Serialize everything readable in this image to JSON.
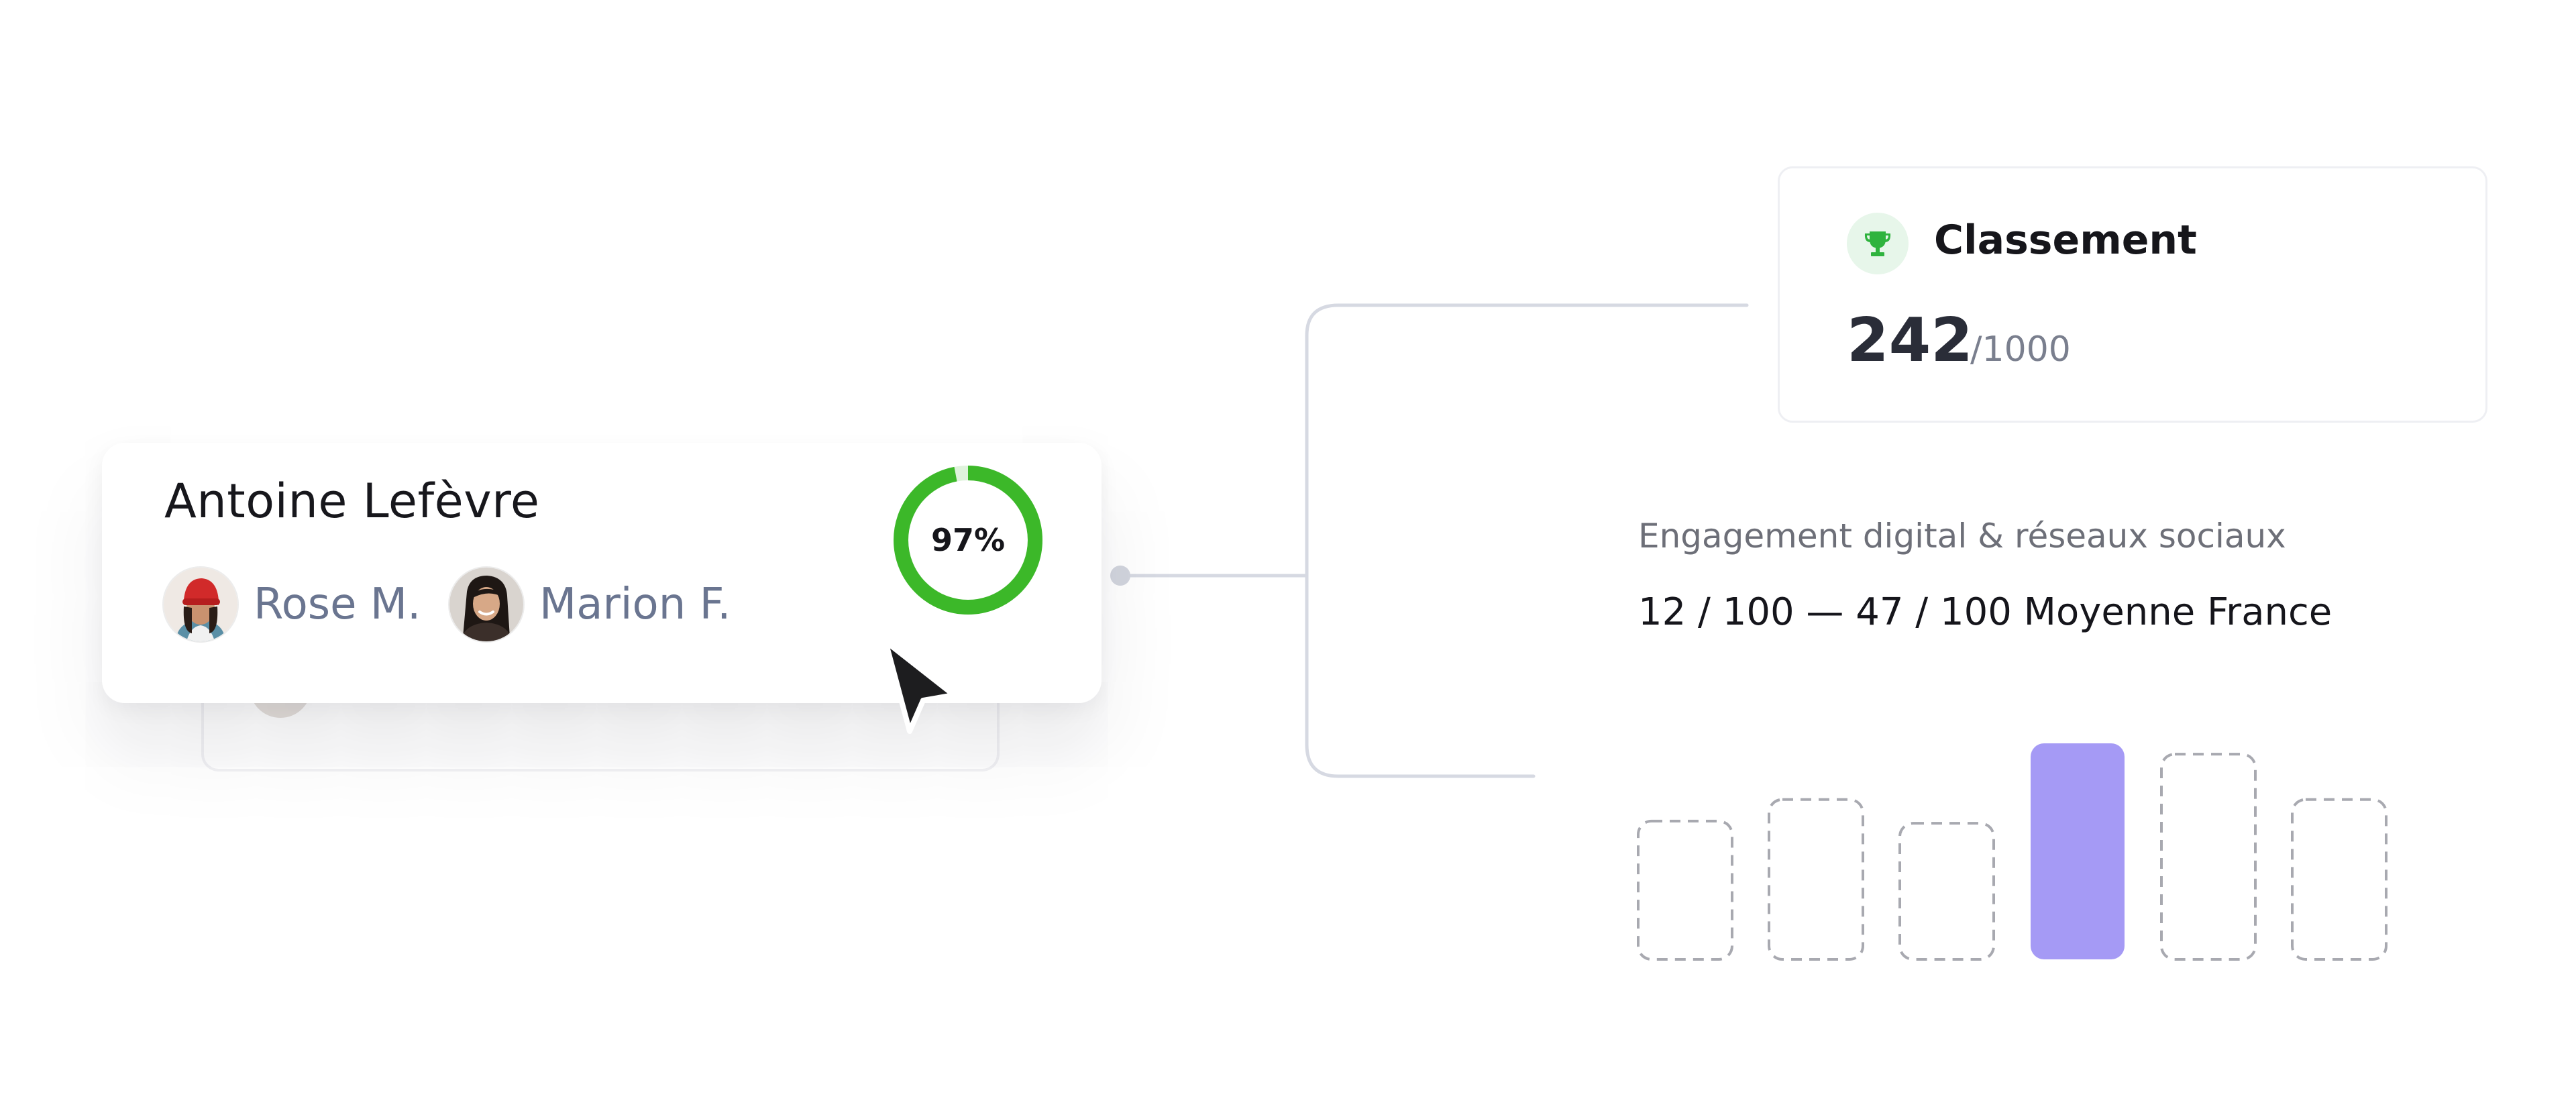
{
  "profile": {
    "name": "Antoine Lefèvre",
    "score_percent": 97,
    "score_label": "97%",
    "assignees": [
      {
        "label": "Rose M.",
        "avatar_icon": "person-red-beanie-avatar"
      },
      {
        "label": "Marion F.",
        "avatar_icon": "person-dark-hair-avatar"
      }
    ]
  },
  "ranking": {
    "title": "Classement",
    "icon": "trophy-icon",
    "value": "242",
    "total": "/1000"
  },
  "engagement": {
    "title": "Engagement digital & réseaux sociaux",
    "score_text": "12 / 100 — 47 / 100 Moyenne France"
  },
  "colors": {
    "accent_green": "#3cb829",
    "track_green": "#dff3dc",
    "highlight_bar": "#a59af5",
    "connector": "#d6d9e2",
    "trophy_green": "#2fb33e"
  },
  "chart_data": {
    "type": "bar",
    "values": [
      0.64,
      0.74,
      0.63,
      1.0,
      0.95,
      0.74
    ],
    "highlighted_index": 3,
    "grid": false
  }
}
